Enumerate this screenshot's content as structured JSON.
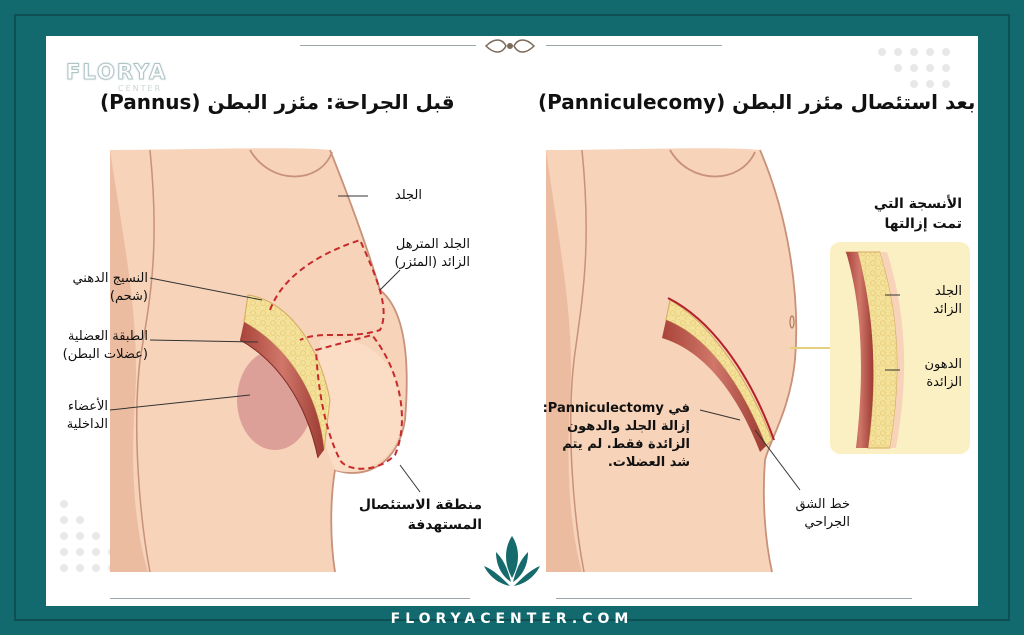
{
  "brand": {
    "logo_text": "FLORYA",
    "logo_subtext": "CENTER",
    "website": "FLORYACENTER.COM"
  },
  "colors": {
    "frame": "#126a6e",
    "skin": "#f7d3b9",
    "skin_dark": "#e8b395",
    "fat": "#f4e29a",
    "muscle": "#c4584e",
    "organ": "#d99a96",
    "dashed_red": "#c62a2a",
    "inset_bg": "#fbf0c4"
  },
  "left_diagram": {
    "heading": "قبل الجراحة: مئزر البطن (Pannus)",
    "labels": {
      "skin": "الجلد",
      "excess_skin_line1": "الجلد المترهل",
      "excess_skin_line2": "الزائد (المئزر)",
      "fat_line1": "النسيج الدهني",
      "fat_line2": "(شحم)",
      "muscle_line1": "الطبقة العضلية",
      "muscle_line2": "(عضلات البطن)",
      "organs_line1": "الأعضاء",
      "organs_line2": "الداخلية",
      "target_line1": "منطقة الاستئصال",
      "target_line2": "المستهدفة"
    }
  },
  "right_diagram": {
    "heading": "بعد استئصال مئزر البطن (Panniculecomy)",
    "labels": {
      "removed_tissue_line1": "الأنسجة التي",
      "removed_tissue_line2": "تمت إزالتها",
      "excess_skin_line1": "الجلد",
      "excess_skin_line2": "الزائد",
      "excess_fat_line1": "الدهون",
      "excess_fat_line2": "الزائدة",
      "note_line1": "في Panniculectomy:",
      "note_line2": "إزالة الجلد والدهون",
      "note_line3": "الزائدة فقط. لم يتم",
      "note_line4": "شد العضلات.",
      "incision_line1": "خط الشق",
      "incision_line2": "الجراحي"
    }
  },
  "icons": {
    "ornament": "flourish-ornament-icon",
    "leaf": "lotus-leaf-logo-icon"
  }
}
